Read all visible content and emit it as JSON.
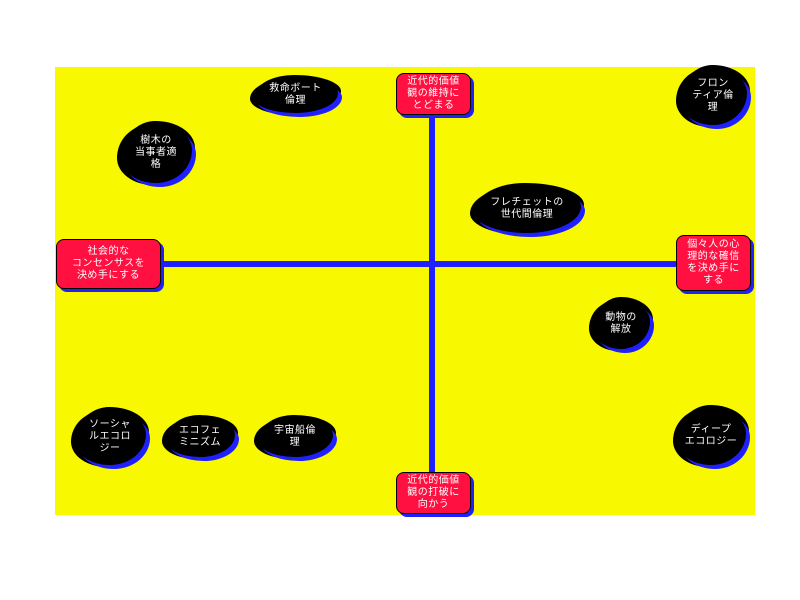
{
  "colors": {
    "background": "#f8f800",
    "axis": "#2020ff",
    "pole": "#ff1040",
    "cloud": "#000000",
    "text": "#ffffff"
  },
  "poles": {
    "top": "近代的価値\n観の維持に\nとどまる",
    "bottom": "近代的価値\n観の打破に\n向かう",
    "left": "社会的な\nコンセンサスを\n決め手にする",
    "right": "個々人の心\n理的な確信\nを決め手に\nする"
  },
  "concepts": {
    "lifeboat": "救命ボート\n倫理",
    "trees": "樹木の\n当事者適\n格",
    "frontier": "フロン\nティア倫\n理",
    "fletcher": "フレチェットの\n世代間倫理",
    "animal": "動物の\n解放",
    "social": "ソーシャ\nルエコロ\nジー",
    "ecofem": "エコフェ\nミニズム",
    "spaceship": "宇宙船倫\n理",
    "deep": "ディープ\nエコロジー"
  }
}
